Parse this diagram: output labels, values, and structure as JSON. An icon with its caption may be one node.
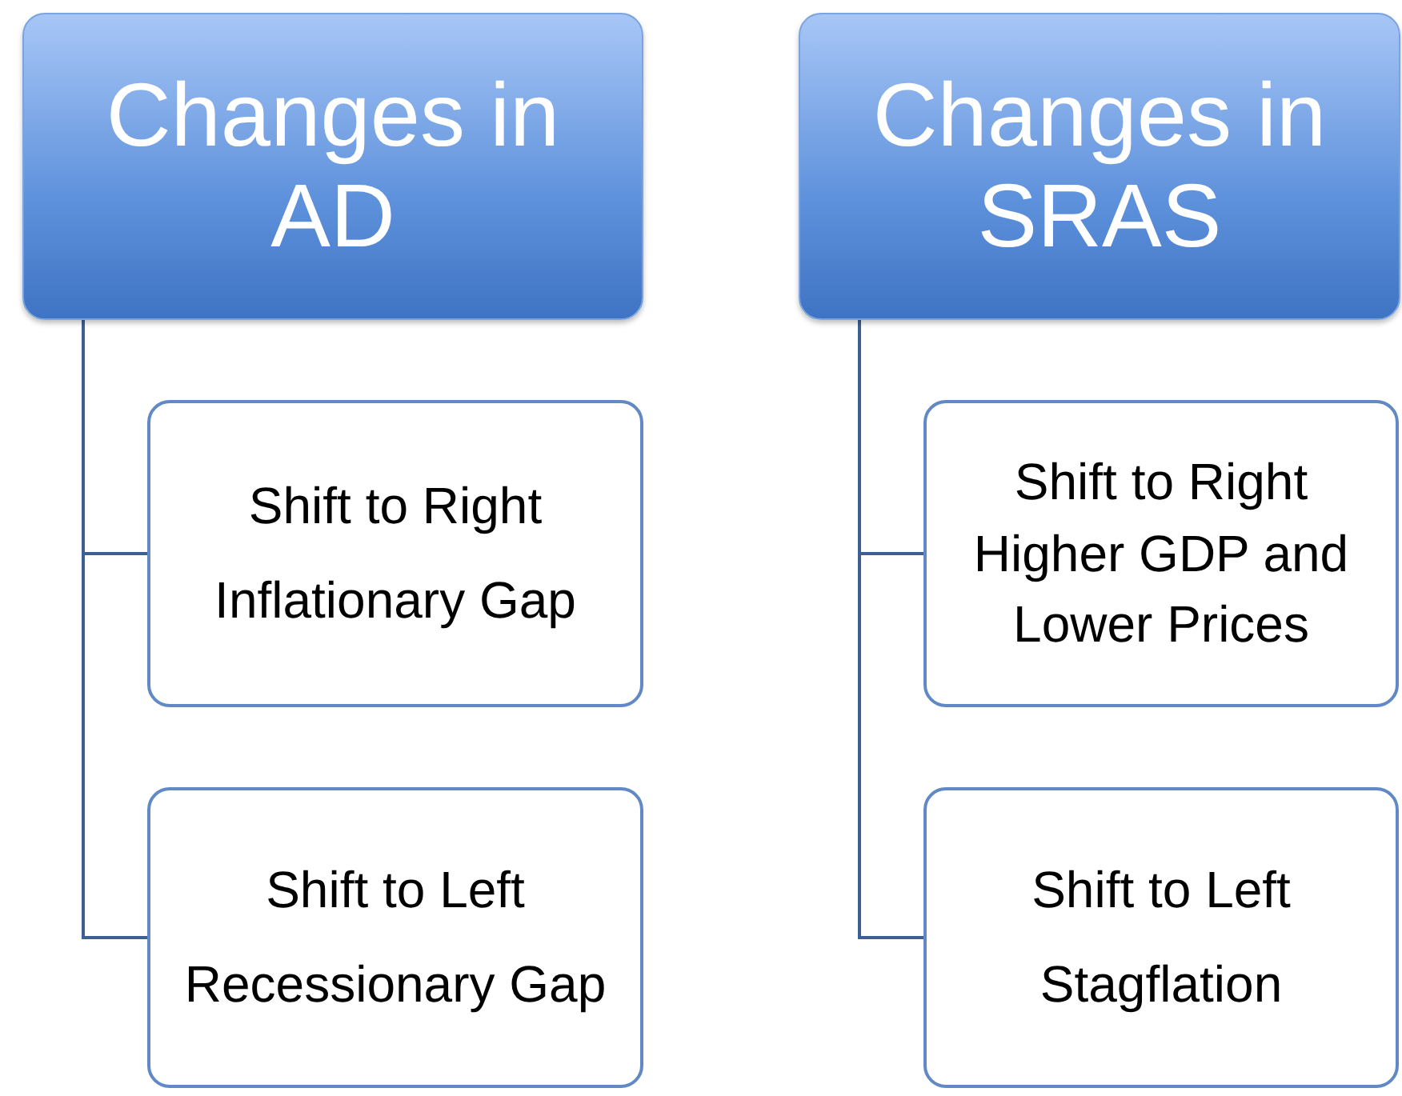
{
  "diagram": {
    "nodes": [
      {
        "text": [
          "Changes in AD"
        ]
      },
      {
        "text": [
          "Shift to Right",
          "Inflationary Gap"
        ]
      },
      {
        "text": [
          "Shift to Left",
          "Recessionary Gap"
        ]
      },
      {
        "text": [
          "Changes in SRAS"
        ]
      },
      {
        "text": [
          "Shift to Right",
          "Higher GDP and Lower Prices"
        ]
      },
      {
        "text": [
          "Shift to Left",
          "Stagflation"
        ]
      }
    ],
    "edges": [
      {
        "from": 0,
        "to": 1,
        "arrow": "none"
      },
      {
        "from": 0,
        "to": 2,
        "arrow": "none"
      },
      {
        "from": 3,
        "to": 4,
        "arrow": "none"
      },
      {
        "from": 3,
        "to": 5,
        "arrow": "none"
      }
    ]
  }
}
